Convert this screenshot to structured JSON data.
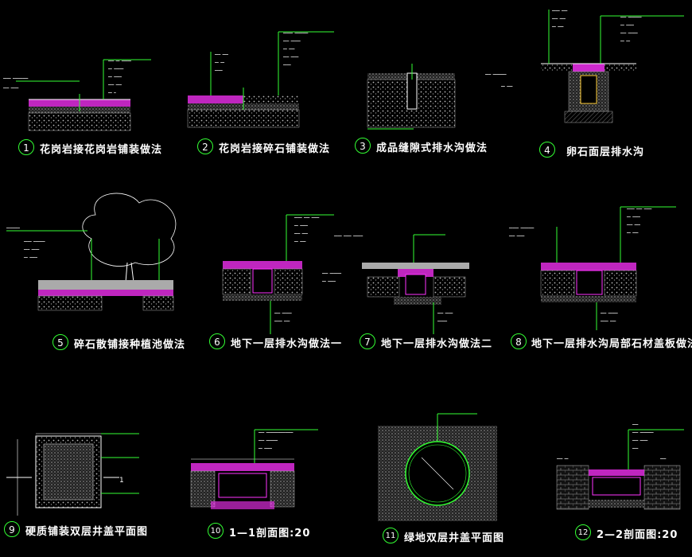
{
  "details": [
    {
      "num": "1",
      "title": "花岗岩接花岗岩铺装做法"
    },
    {
      "num": "2",
      "title": "花岗岩接碎石铺装做法"
    },
    {
      "num": "3",
      "title": "成品缝隙式排水沟做法"
    },
    {
      "num": "4",
      "title": "卵石面层排水沟"
    },
    {
      "num": "5",
      "title": "碎石散铺接种植池做法"
    },
    {
      "num": "6",
      "title": "地下一层排水沟做法一"
    },
    {
      "num": "7",
      "title": "地下一层排水沟做法二"
    },
    {
      "num": "8",
      "title": "地下一层排水沟局部石材盖板做法"
    },
    {
      "num": "9",
      "title": "硬质铺装双层井盖平面图"
    },
    {
      "num": "10",
      "title": "1—1剖面图:20"
    },
    {
      "num": "11",
      "title": "绿地双层井盖平面图"
    },
    {
      "num": "12",
      "title": "2—2剖面图:20"
    }
  ],
  "marks": {
    "section_1": "1"
  },
  "colors": {
    "bg": "#000000",
    "leader": "#33ff33",
    "layer": "#ff33ff",
    "hatch": "#bbbbbb",
    "text": "#ffffff"
  }
}
